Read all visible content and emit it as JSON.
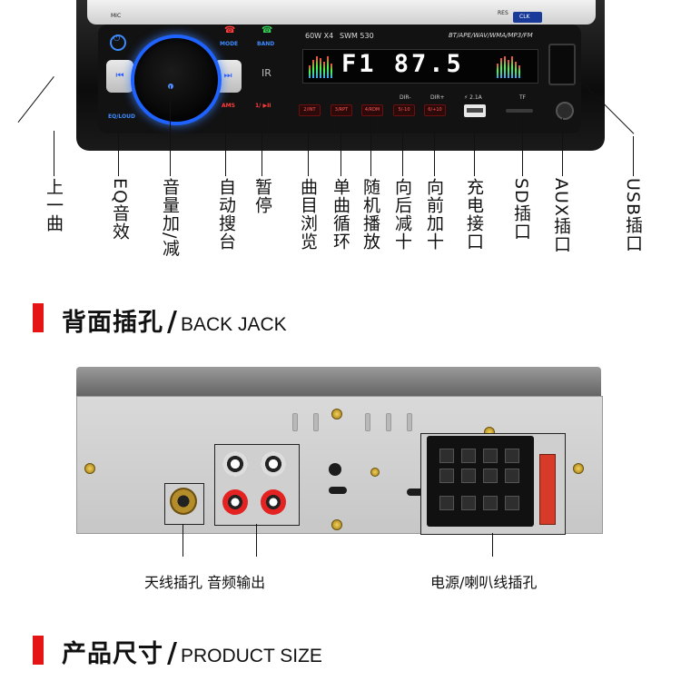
{
  "front_panel": {
    "top_labels": {
      "mic": "MIC",
      "res": "RES",
      "clk": "CLK"
    },
    "button_labels": {
      "mode": "MODE",
      "band": "BAND",
      "ams": "AMS",
      "pause": "1/ ▶II",
      "eq_loud": "EQ/LOUD",
      "ir": "IR"
    },
    "model": {
      "power": "60W X4",
      "name": "SWM 530"
    },
    "formats": "BT/APE/WAV/WMA/MP3/FM",
    "display": "F1  87.5",
    "number_buttons": [
      "2/INT",
      "3/RPT",
      "4/RDM",
      "5/-10",
      "6/+10"
    ],
    "dir_labels": {
      "minus": "DIR-",
      "plus": "DIR+"
    },
    "charge": "2.1A",
    "tf": "TF"
  },
  "callouts": [
    "上一曲",
    "EQ音效",
    "音量加/减",
    "自动搜台",
    "暂停",
    "曲目浏览",
    "单曲循环",
    "随机播放",
    "向后减十",
    "向前加十",
    "充电接口",
    "SD插口",
    "AUX插口",
    "USB插口"
  ],
  "section_back": {
    "title_cn": "背面插孔",
    "title_en": "BACK JACK"
  },
  "back_labels": {
    "antenna_audio": "天线插孔  音频输出",
    "power_speaker": "电源/喇叭线插孔"
  },
  "section_size": {
    "title_cn": "产品尺寸",
    "title_en": "PRODUCT SIZE"
  },
  "colors": {
    "accent_red": "#e51515",
    "knob_glow": "#1e62ff",
    "button_red": "#ff3b3b",
    "button_blue": "#3d8bff"
  }
}
